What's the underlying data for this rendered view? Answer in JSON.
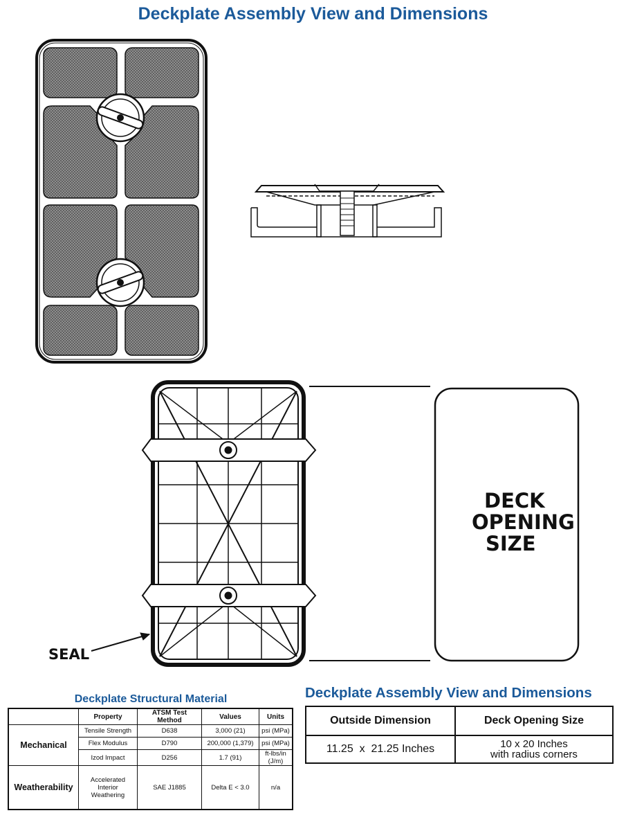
{
  "page": {
    "title": "Deckplate Assembly View and Dimensions",
    "title_color": "#1b5a9a"
  },
  "labels": {
    "deck_opening": [
      "DECK",
      "OPENING",
      "SIZE"
    ],
    "seal": "SEAL"
  },
  "material_table": {
    "title": "Deckplate Structural Material",
    "headers": [
      "Property",
      "ATSM Test Method",
      "Values",
      "Units"
    ],
    "groups": [
      {
        "name": "Mechanical",
        "rows": [
          [
            "Tensile Strength",
            "D638",
            "3,000 (21)",
            "psi (MPa)"
          ],
          [
            "Flex Modulus",
            "D790",
            "200,000 (1,379)",
            "psi (MPa)"
          ],
          [
            "Izod Impact",
            "D256",
            "1.7 (91)",
            "ft-lbs/in (J/m)"
          ]
        ]
      },
      {
        "name": "Weatherability",
        "rows": [
          [
            "Accelerated Interior Weathering",
            "SAE J1885",
            "Delta E < 3.0",
            "n/a"
          ]
        ]
      }
    ]
  },
  "dimension_table": {
    "title": "Deckplate Assembly View and Dimensions",
    "headers": [
      "Outside Dimension",
      "Deck Opening Size"
    ],
    "outside": "11.25  x  21.25 Inches",
    "opening_line1": "10 x 20 Inches",
    "opening_line2": "with radius corners"
  }
}
